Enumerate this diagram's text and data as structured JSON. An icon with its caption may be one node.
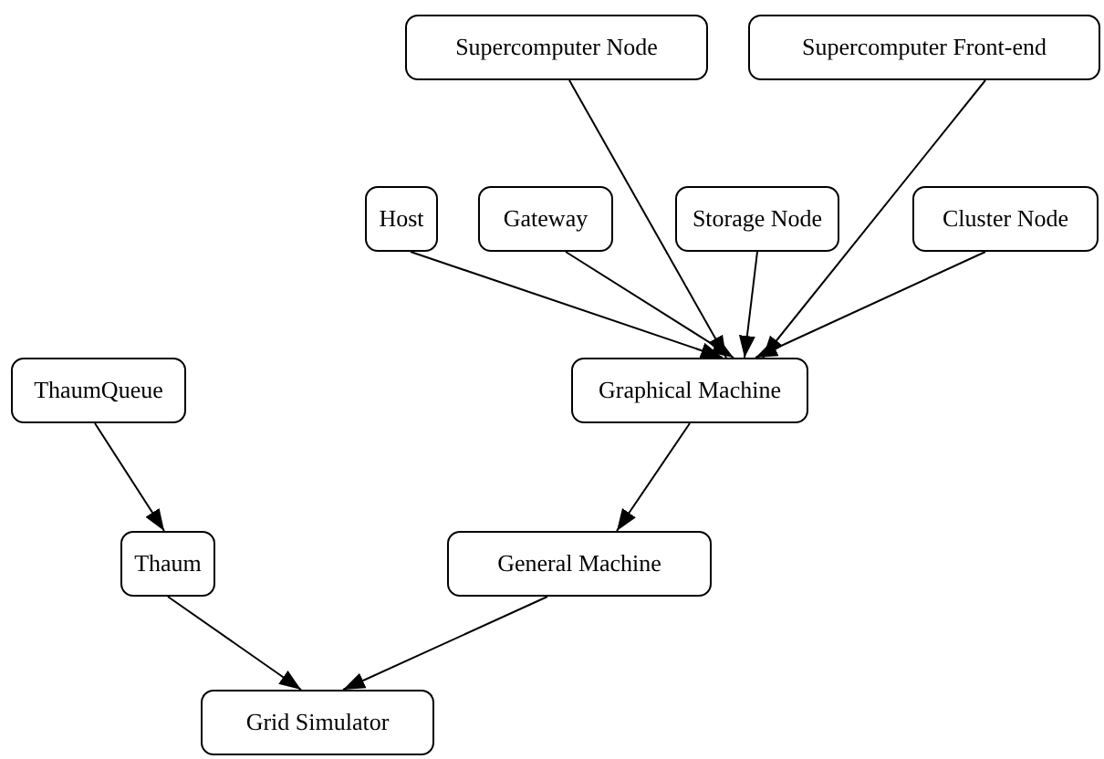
{
  "diagram": {
    "nodes": [
      {
        "text": [
          "Supercomputer Node"
        ]
      },
      {
        "text": [
          "Supercomputer Front-end"
        ]
      },
      {
        "text": [
          "Host"
        ]
      },
      {
        "text": [
          "Gateway"
        ]
      },
      {
        "text": [
          "Storage Node"
        ]
      },
      {
        "text": [
          "Cluster Node"
        ]
      },
      {
        "text": [
          "Graphical Machine"
        ]
      },
      {
        "text": [
          "ThaumQueue"
        ]
      },
      {
        "text": [
          "Thaum"
        ]
      },
      {
        "text": [
          "General Machine"
        ]
      },
      {
        "text": [
          "Grid Simulator"
        ]
      }
    ],
    "edges": [
      {
        "from": 0,
        "to": 6,
        "arrow": "to"
      },
      {
        "from": 1,
        "to": 6,
        "arrow": "to"
      },
      {
        "from": 2,
        "to": 6,
        "arrow": "to"
      },
      {
        "from": 3,
        "to": 6,
        "arrow": "to"
      },
      {
        "from": 4,
        "to": 6,
        "arrow": "to"
      },
      {
        "from": 5,
        "to": 6,
        "arrow": "to"
      },
      {
        "from": 6,
        "to": 9,
        "arrow": "to"
      },
      {
        "from": 7,
        "to": 8,
        "arrow": "to"
      },
      {
        "from": 8,
        "to": 10,
        "arrow": "to"
      },
      {
        "from": 9,
        "to": 10,
        "arrow": "to"
      }
    ]
  }
}
